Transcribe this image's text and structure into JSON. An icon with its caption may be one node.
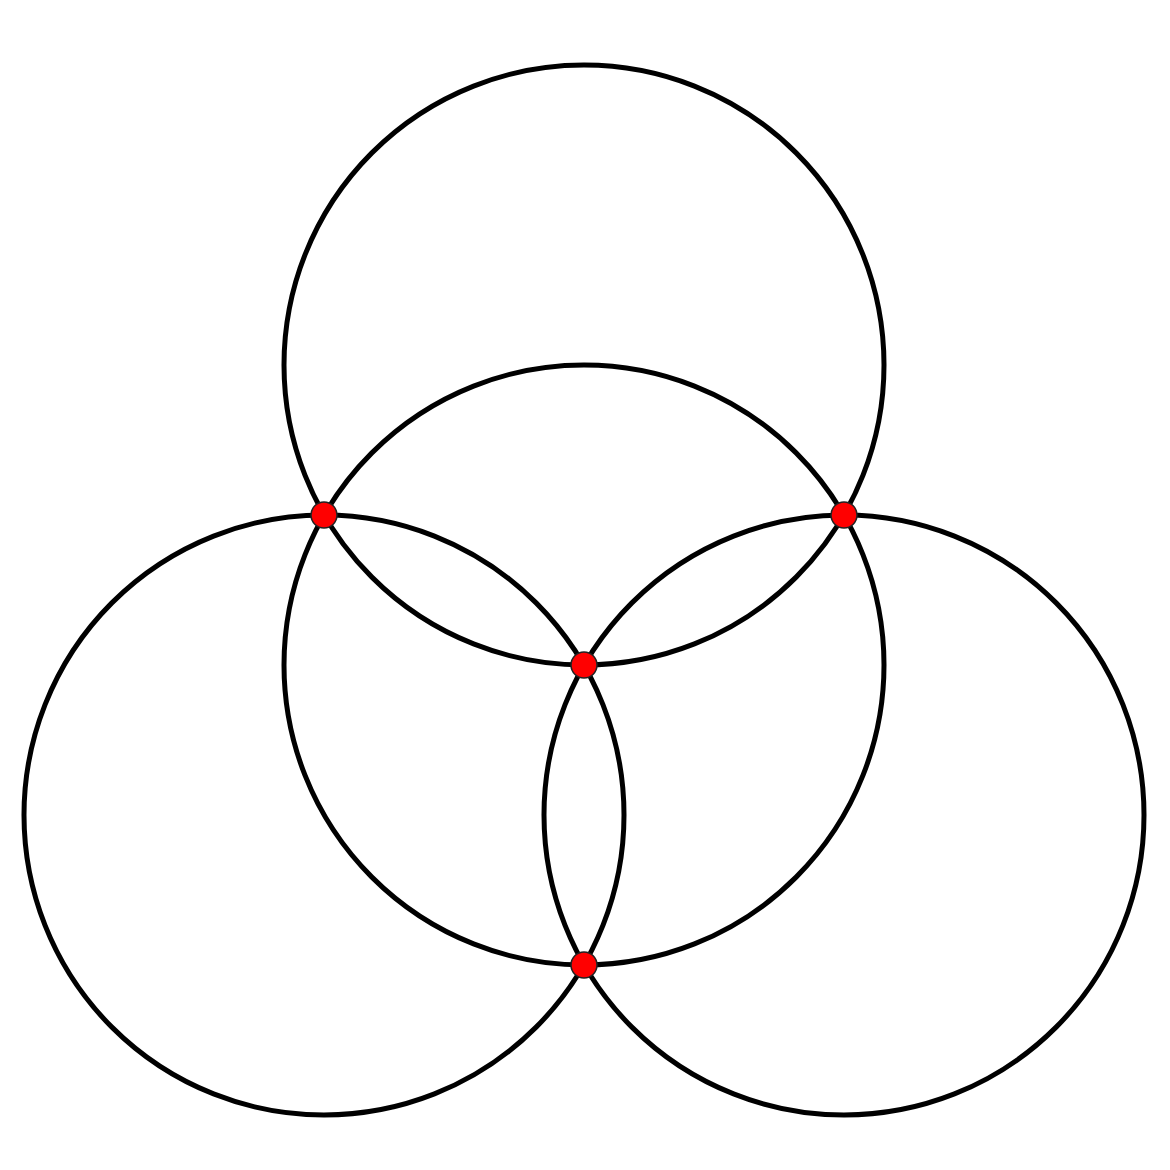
{
  "diagram": {
    "nodes": [
      {
        "text": [],
        "shape": "circle"
      },
      {
        "text": [],
        "shape": "circle"
      },
      {
        "text": [],
        "shape": "circle"
      },
      {
        "text": [],
        "shape": "circle"
      },
      {
        "text": [],
        "shape": "dot"
      },
      {
        "text": [],
        "shape": "dot"
      },
      {
        "text": [],
        "shape": "dot",
        "in": 1
      },
      {
        "text": [],
        "shape": "dot"
      }
    ]
  }
}
